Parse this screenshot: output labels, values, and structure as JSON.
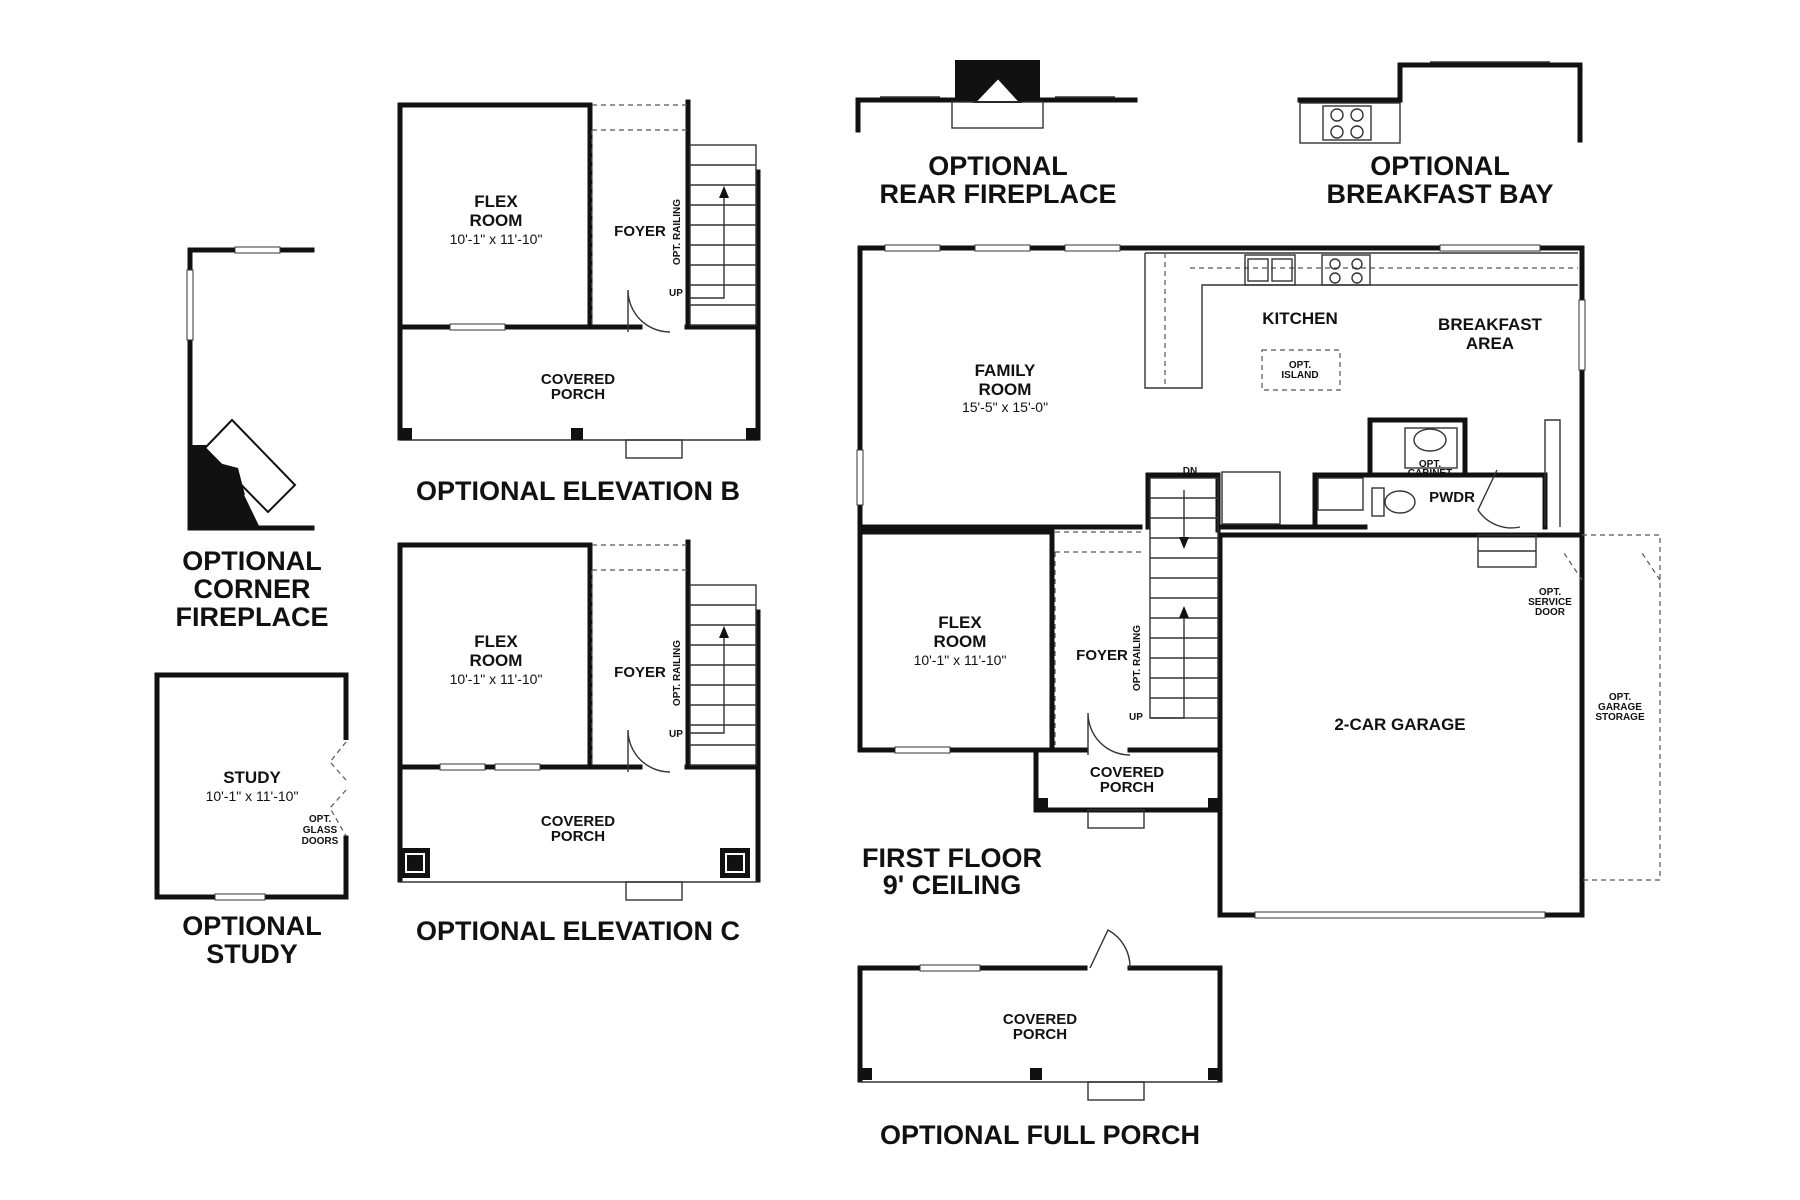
{
  "titles": {
    "rear_fireplace": [
      "OPTIONAL",
      "REAR FIREPLACE"
    ],
    "breakfast_bay": [
      "OPTIONAL",
      "BREAKFAST BAY"
    ],
    "elevation_b": "OPTIONAL ELEVATION B",
    "elevation_c": "OPTIONAL ELEVATION C",
    "corner_fireplace": [
      "OPTIONAL",
      "CORNER",
      "FIREPLACE"
    ],
    "study": [
      "OPTIONAL",
      "STUDY"
    ],
    "first_floor": [
      "FIRST FLOOR",
      "9' CEILING"
    ],
    "full_porch": "OPTIONAL FULL PORCH"
  },
  "rooms": {
    "flex_room": [
      "FLEX",
      "ROOM"
    ],
    "flex_dims": "10'-1\" x 11'-10\"",
    "foyer": "FOYER",
    "covered_porch": [
      "COVERED",
      "PORCH"
    ],
    "study": "STUDY",
    "study_dims": "10'-1\" x 11'-10\"",
    "family_room": [
      "FAMILY",
      "ROOM"
    ],
    "family_dims": "15'-5\" x 15'-0\"",
    "kitchen": "KITCHEN",
    "breakfast_area": [
      "BREAKFAST",
      "AREA"
    ],
    "pwdr": "PWDR",
    "garage": "2-CAR GARAGE"
  },
  "notes": {
    "opt_railing": "OPT. RAILING",
    "up": "UP",
    "dn": "DN",
    "opt_island": [
      "OPT.",
      "ISLAND"
    ],
    "opt_cabinet": [
      "OPT.",
      "CABINET"
    ],
    "opt_glass_doors": [
      "OPT.",
      "GLASS",
      "DOORS"
    ],
    "opt_service_door": [
      "OPT.",
      "SERVICE",
      "DOOR"
    ],
    "opt_garage_storage": [
      "OPT.",
      "GARAGE",
      "STORAGE"
    ]
  }
}
